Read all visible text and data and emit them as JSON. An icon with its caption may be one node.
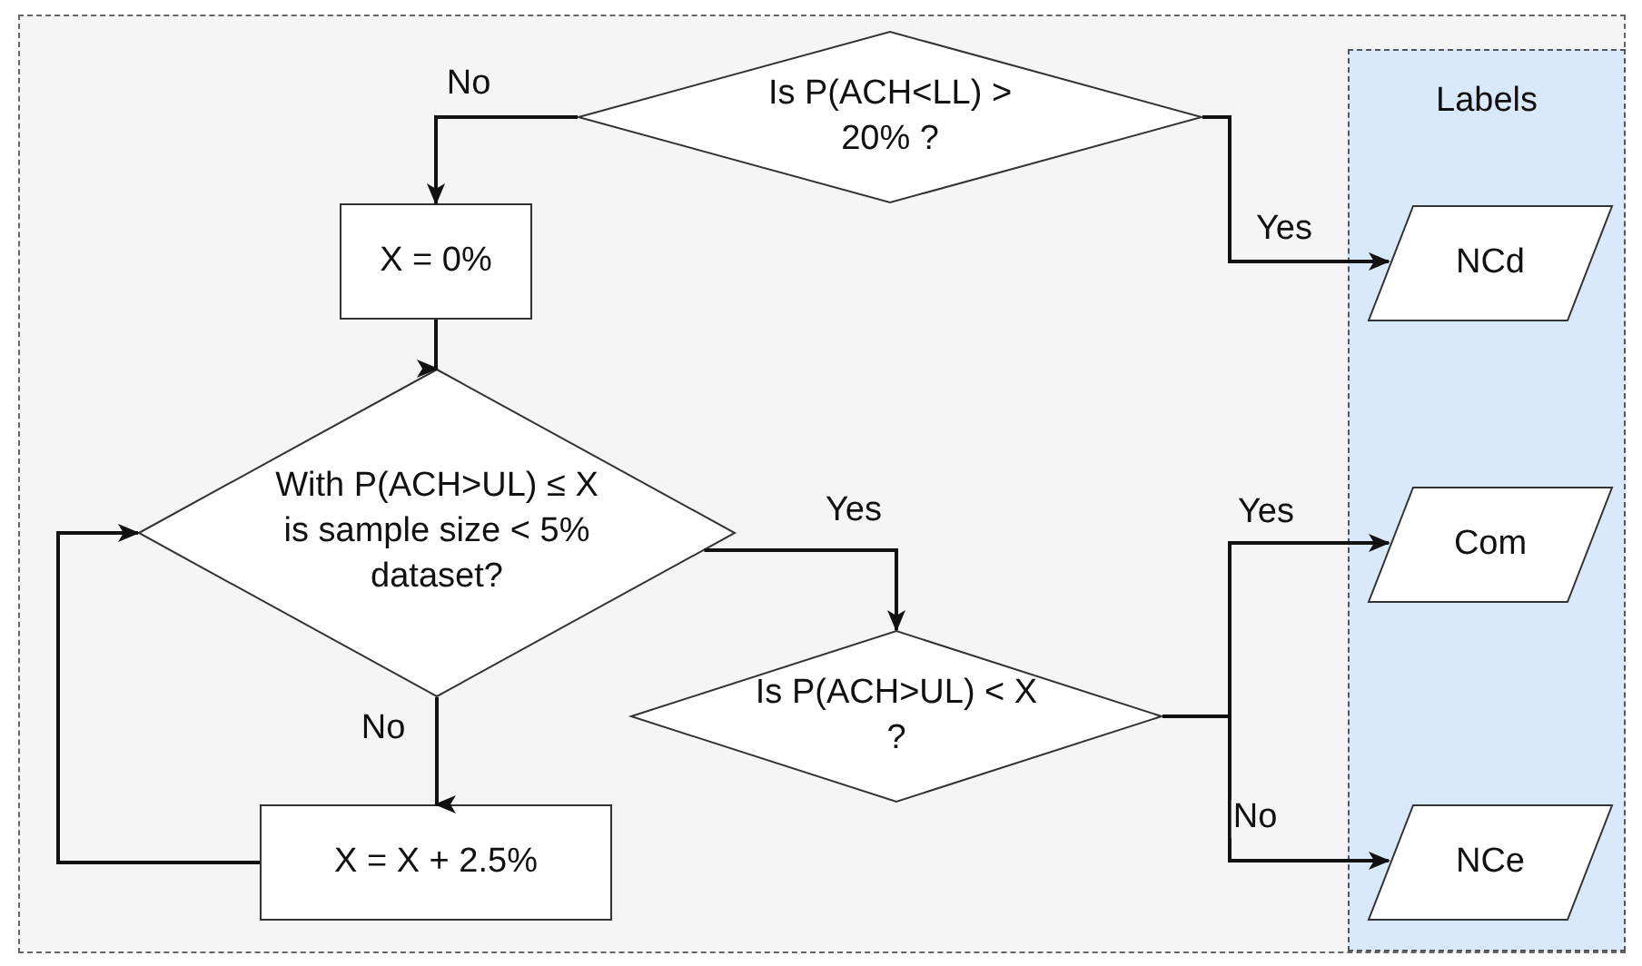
{
  "diagram": {
    "nodes": [
      {
        "text": [
          "Is P(ACH<LL) > 20% ?"
        ]
      },
      {
        "text": [
          "X = 0%"
        ]
      },
      {
        "text": [
          "With P(ACH>UL) ≤ X is sample size < 5% dataset?"
        ]
      },
      {
        "text": [
          "X = X + 2.5%"
        ]
      },
      {
        "text": [
          "Is P(ACH>UL) < X ?"
        ]
      },
      {
        "text": [
          "Labels"
        ]
      },
      {
        "text": [
          "NCd"
        ],
        "in": 5
      },
      {
        "text": [
          "Com"
        ],
        "in": 5
      },
      {
        "text": [
          "NCe"
        ],
        "in": 5
      }
    ],
    "edges": [
      {
        "from": 0,
        "to": 1,
        "arrow": "to",
        "label": "No"
      },
      {
        "from": 0,
        "to": 6,
        "arrow": "to",
        "label": "Yes"
      },
      {
        "from": 1,
        "to": 2,
        "arrow": "to"
      },
      {
        "from": 2,
        "to": 4,
        "arrow": "to",
        "label": "Yes"
      },
      {
        "from": 2,
        "to": 3,
        "arrow": "to",
        "label": "No"
      },
      {
        "from": 3,
        "to": 2,
        "arrow": "to"
      },
      {
        "from": 4,
        "to": 7,
        "arrow": "to",
        "label": "Yes"
      },
      {
        "from": 4,
        "to": 8,
        "arrow": "to",
        "label": "No"
      }
    ]
  }
}
